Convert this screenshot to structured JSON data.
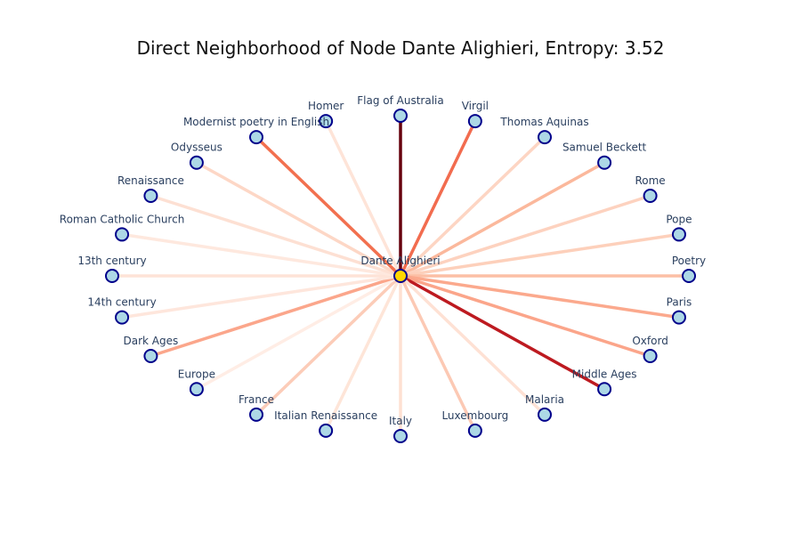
{
  "title": "Direct Neighborhood of Node Dante Alighieri, Entropy: 3.52",
  "center": {
    "label": "Dante Alighieri",
    "color": "#ffd700"
  },
  "node_style": {
    "fill": "#add8e6",
    "stroke": "#00008b"
  },
  "neighbors": [
    {
      "label": "Flag of Australia",
      "weight": 1.0,
      "edge_color": "#67000d"
    },
    {
      "label": "Virgil",
      "weight": 0.55,
      "edge_color": "#f26c4f"
    },
    {
      "label": "Thomas Aquinas",
      "weight": 0.2,
      "edge_color": "#fdd5c3"
    },
    {
      "label": "Samuel Beckett",
      "weight": 0.35,
      "edge_color": "#fbb89c"
    },
    {
      "label": "Rome",
      "weight": 0.2,
      "edge_color": "#fdd2bf"
    },
    {
      "label": "Pope",
      "weight": 0.22,
      "edge_color": "#fdd0bb"
    },
    {
      "label": "Poetry",
      "weight": 0.3,
      "edge_color": "#fcbfa5"
    },
    {
      "label": "Paris",
      "weight": 0.4,
      "edge_color": "#fba98d"
    },
    {
      "label": "Oxford",
      "weight": 0.42,
      "edge_color": "#fba58a"
    },
    {
      "label": "Middle Ages",
      "weight": 0.8,
      "edge_color": "#bd1a20"
    },
    {
      "label": "Malaria",
      "weight": 0.15,
      "edge_color": "#fee1d4"
    },
    {
      "label": "Luxembourg",
      "weight": 0.25,
      "edge_color": "#fcc9b4"
    },
    {
      "label": "Italy",
      "weight": 0.15,
      "edge_color": "#fee0d2"
    },
    {
      "label": "Italian Renaissance",
      "weight": 0.12,
      "edge_color": "#fee5d8"
    },
    {
      "label": "France",
      "weight": 0.22,
      "edge_color": "#fcccb8"
    },
    {
      "label": "Europe",
      "weight": 0.08,
      "edge_color": "#ffede5"
    },
    {
      "label": "Dark Ages",
      "weight": 0.42,
      "edge_color": "#fba68b"
    },
    {
      "label": "14th century",
      "weight": 0.1,
      "edge_color": "#fee6dc"
    },
    {
      "label": "13th century",
      "weight": 0.12,
      "edge_color": "#fee3d7"
    },
    {
      "label": "Roman Catholic Church",
      "weight": 0.1,
      "edge_color": "#fee8de"
    },
    {
      "label": "Renaissance",
      "weight": 0.15,
      "edge_color": "#fde0d3"
    },
    {
      "label": "Odysseus",
      "weight": 0.2,
      "edge_color": "#fdd7c6"
    },
    {
      "label": "Modernist poetry in English",
      "weight": 0.55,
      "edge_color": "#f2704f"
    },
    {
      "label": "Homer",
      "weight": 0.12,
      "edge_color": "#fee4d8"
    }
  ]
}
